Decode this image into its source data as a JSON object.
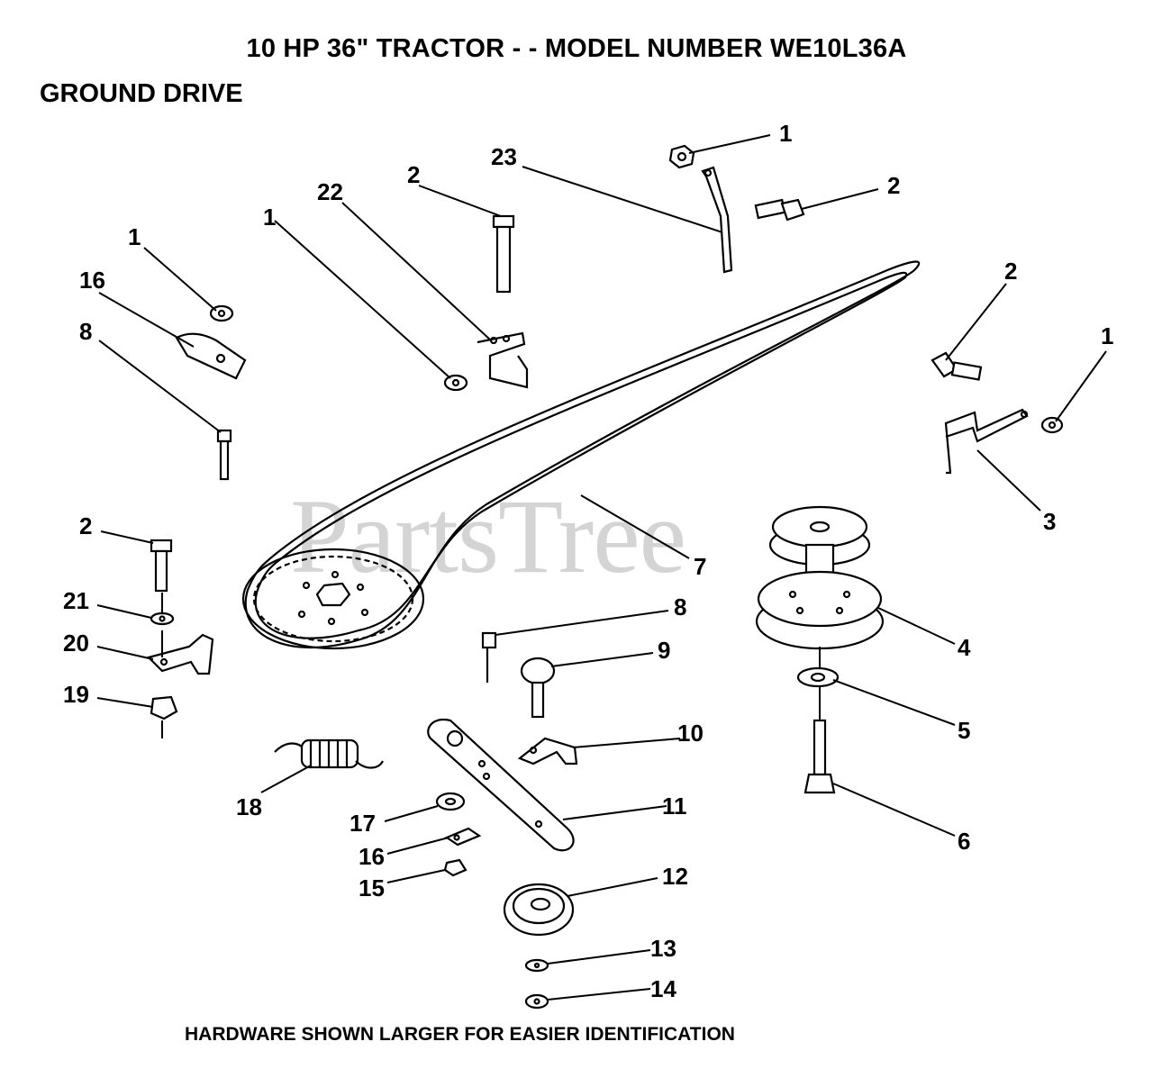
{
  "title": "10 HP 36\" TRACTOR - - MODEL NUMBER WE10L36A",
  "section": "GROUND DRIVE",
  "footer_note": "HARDWARE SHOWN LARGER FOR EASIER IDENTIFICATION",
  "watermark": "PartsTree",
  "callouts": {
    "c1a": "1",
    "c1b": "1",
    "c1c": "1",
    "c1d": "1",
    "c2a": "2",
    "c2b": "2",
    "c2c": "2",
    "c2d": "2",
    "c3": "3",
    "c4": "4",
    "c5": "5",
    "c6": "6",
    "c7": "7",
    "c8a": "8",
    "c8b": "8",
    "c9": "9",
    "c10": "10",
    "c11": "11",
    "c12": "12",
    "c13": "13",
    "c14": "14",
    "c15": "15",
    "c16a": "16",
    "c16b": "16",
    "c17": "17",
    "c18": "18",
    "c19": "19",
    "c20": "20",
    "c21": "21",
    "c22": "22",
    "c23": "23"
  }
}
